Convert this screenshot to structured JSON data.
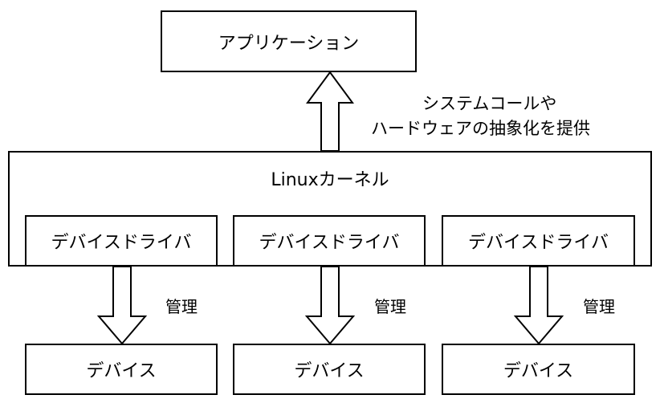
{
  "application": {
    "label": "アプリケーション"
  },
  "kernel": {
    "label": "Linuxカーネル",
    "provides_line1": "システムコールや",
    "provides_line2": "ハードウェアの抽象化を提供"
  },
  "drivers": [
    {
      "label": "デバイスドライバ"
    },
    {
      "label": "デバイスドライバ"
    },
    {
      "label": "デバイスドライバ"
    }
  ],
  "devices": [
    {
      "label": "デバイス"
    },
    {
      "label": "デバイス"
    },
    {
      "label": "デバイス"
    }
  ],
  "manage_labels": [
    "管理",
    "管理",
    "管理"
  ]
}
